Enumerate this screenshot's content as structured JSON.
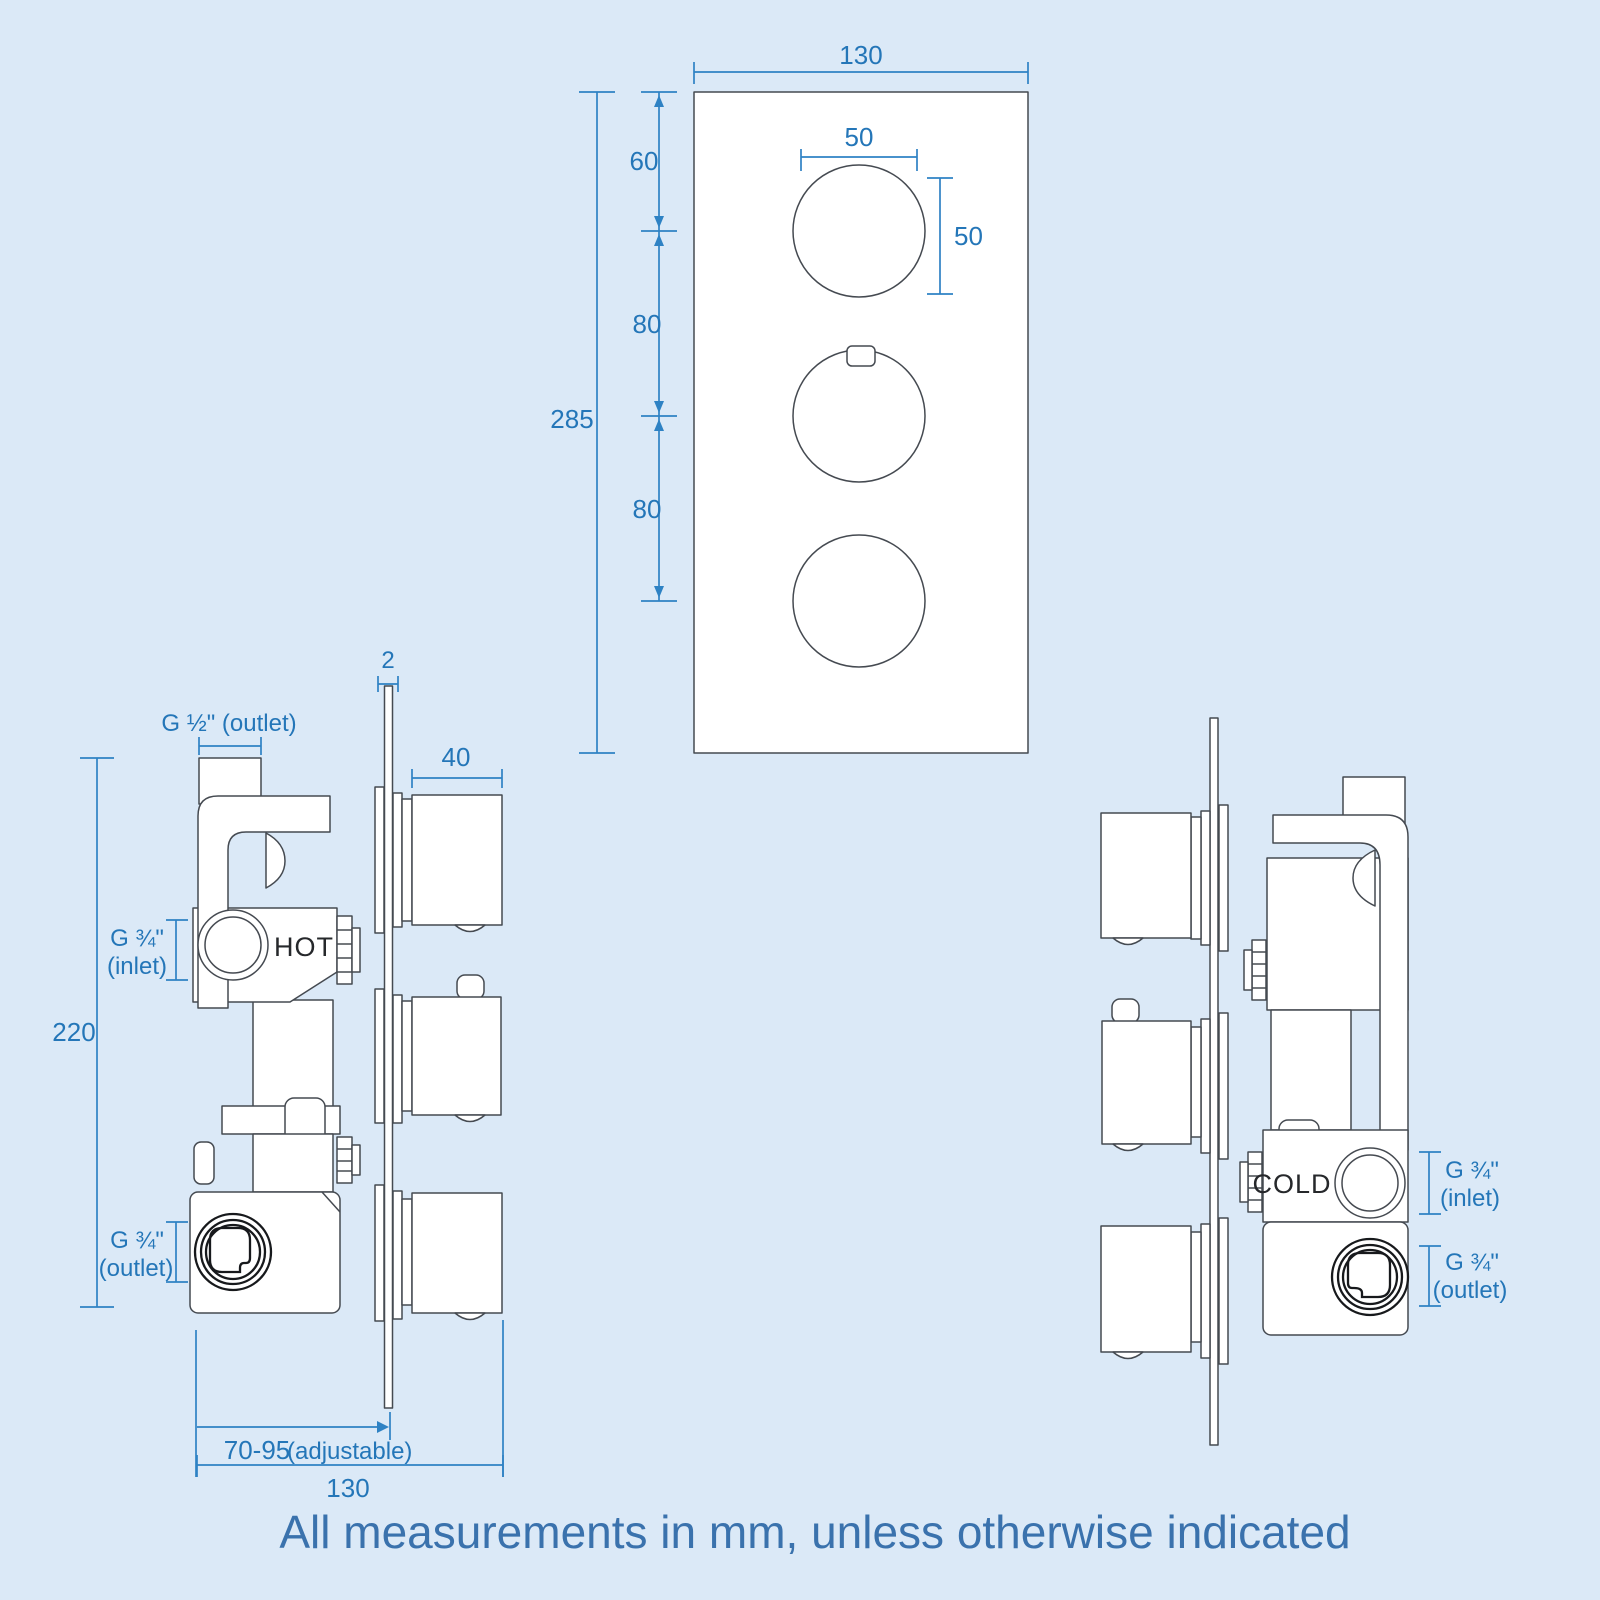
{
  "front_view": {
    "dim_width": "130",
    "dim_height": "285",
    "dim_top_offset": "60",
    "dim_spacing_1": "80",
    "dim_spacing_2": "80",
    "dim_knob_width": "50",
    "dim_knob_height": "50"
  },
  "left_view": {
    "outlet_top_label": "G ½\" (outlet)",
    "plate_thickness": "2",
    "knob_depth": "40",
    "inlet_label_1": "G ¾\"",
    "inlet_label_2": "(inlet)",
    "hot_label": "HOT",
    "dim_height": "220",
    "outlet_label_1": "G ¾\"",
    "outlet_label_2": "(outlet)",
    "dim_adjustable": "70-95",
    "dim_adjustable_note": "(adjustable)",
    "dim_width": "130"
  },
  "right_view": {
    "cold_label": "COLD",
    "inlet_label_1": "G ¾\"",
    "inlet_label_2": "(inlet)",
    "outlet_label_1": "G ¾\"",
    "outlet_label_2": "(outlet)"
  },
  "footer": {
    "note": "All measurements in mm, unless otherwise indicated"
  },
  "colors": {
    "background": "#dbe9f7",
    "dimension": "#2e82c4",
    "dimension_text": "#2476b8",
    "drawing_line": "#454a51",
    "port_line": "#17191c",
    "note_text": "#3a72ad"
  }
}
